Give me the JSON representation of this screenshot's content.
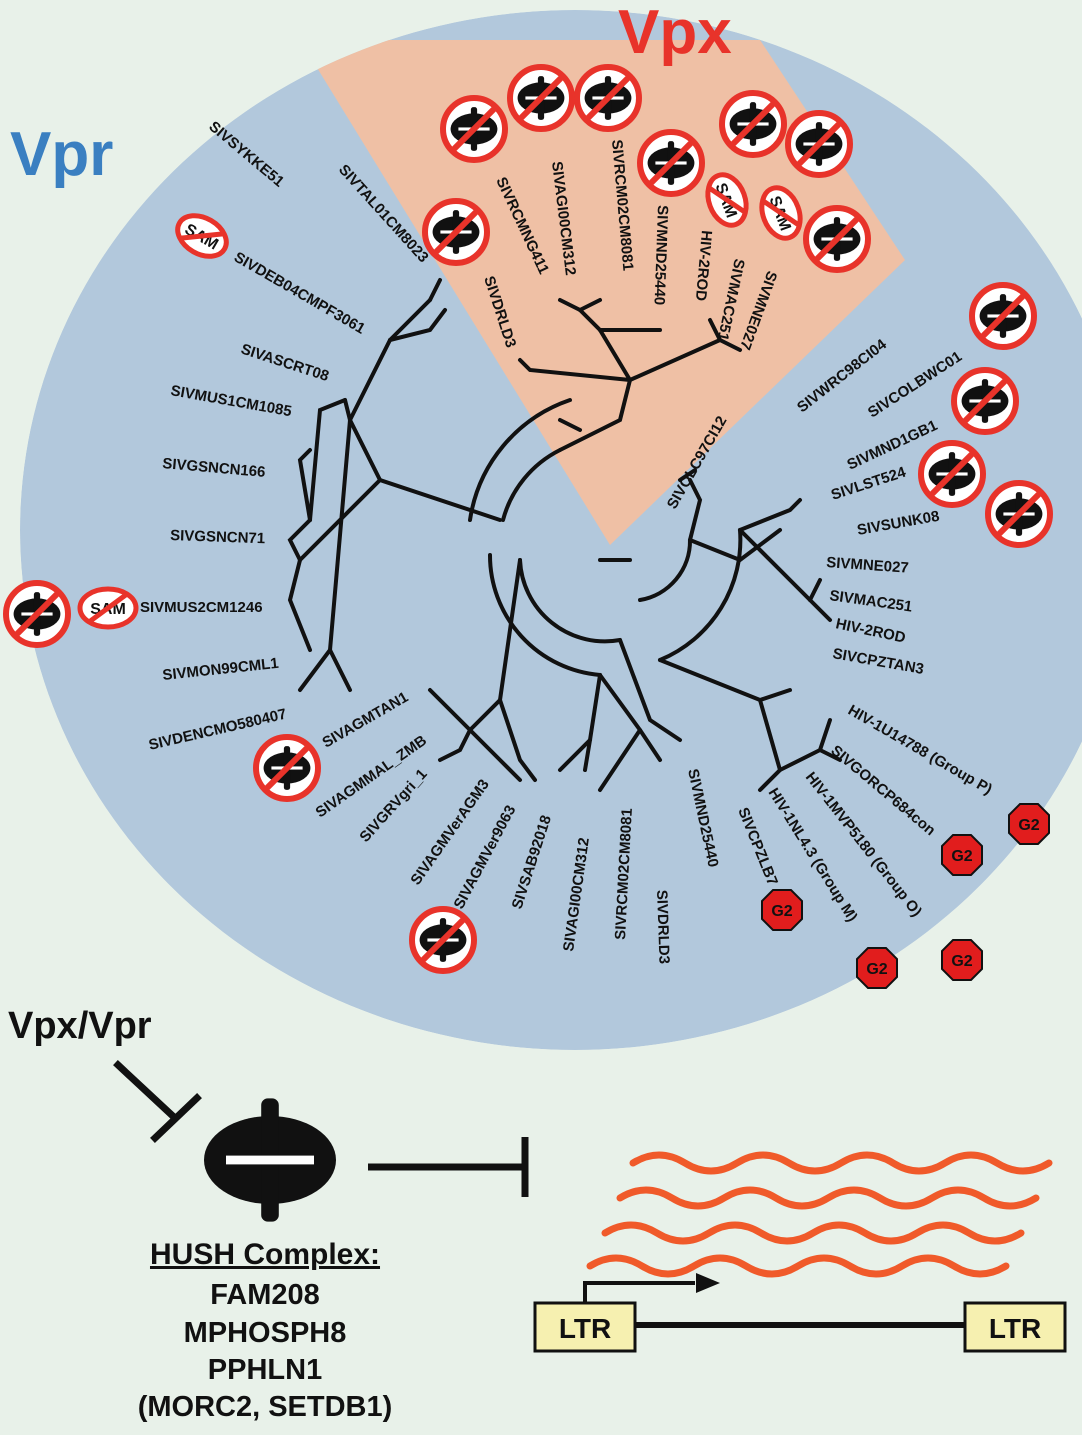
{
  "title_vpx": "Vpx",
  "title_vpr": "Vpr",
  "colors": {
    "vpr_region": "#b2c8dc",
    "vpx_region": "#efc0a5",
    "vpx_title": "#e8332a",
    "vpr_title": "#3a7fc1",
    "no_sign": "#e8332a",
    "g2_badge": "#e11d1d",
    "rna": "#f05a2a",
    "ltr_box": "#f6f0b0"
  },
  "badge_labels": {
    "sam": "SAM",
    "g2": "G2"
  },
  "vpx_leaves": [
    "SIVRCMNG411",
    "SIVAGI00CM312",
    "SIVRCM02CM8081",
    "SIVMND25440",
    "HIV-2ROD",
    "SIVMAC251",
    "SIVMNE027",
    "SIVDRLD3"
  ],
  "vpr_leaves": [
    "SIVSYKKE51",
    "SIVTAL01CM8023",
    "SIVDEB04CMPF3061",
    "SIVASCRT08",
    "SIVMUS1CM1085",
    "SIVGSNCN166",
    "SIVGSNCN71",
    "SIVMUS2CM1246",
    "SIVMON99CML1",
    "SIVDENCMO580407",
    "SIVAGMTAN1",
    "SIVAGMMAL_ZMB",
    "SIVGRVgri_1",
    "SIVAGMVerAGM3",
    "SIVAGMVer9063",
    "SIVSAB92018",
    "SIVAGI00CM312",
    "SIVRCM02CM8081",
    "SIVDRLD3",
    "SIVMND25440",
    "SIVCPZLB7",
    "HIV-1NL4.3 (Group M)",
    "HIV-1MVP5180 (Group O)",
    "SIVGORCP684con",
    "HIV-1U14788 (Group P)",
    "SIVCPZTAN3",
    "HIV-2ROD",
    "SIVMAC251",
    "SIVMNE027",
    "SIVSUNK08",
    "SIVLST524",
    "SIVMND1GB1",
    "SIVCOLBWC01",
    "SIVWRC98CI04",
    "SIVOLC97CI12"
  ],
  "bottom": {
    "vpx_vpr_label": "Vpx/Vpr",
    "hush_title": "HUSH Complex:",
    "hush_members": [
      "FAM208",
      "MPHOSPH8",
      "PPHLN1",
      "(MORC2, SETDB1)"
    ],
    "ltr_left": "LTR",
    "ltr_right": "LTR"
  }
}
